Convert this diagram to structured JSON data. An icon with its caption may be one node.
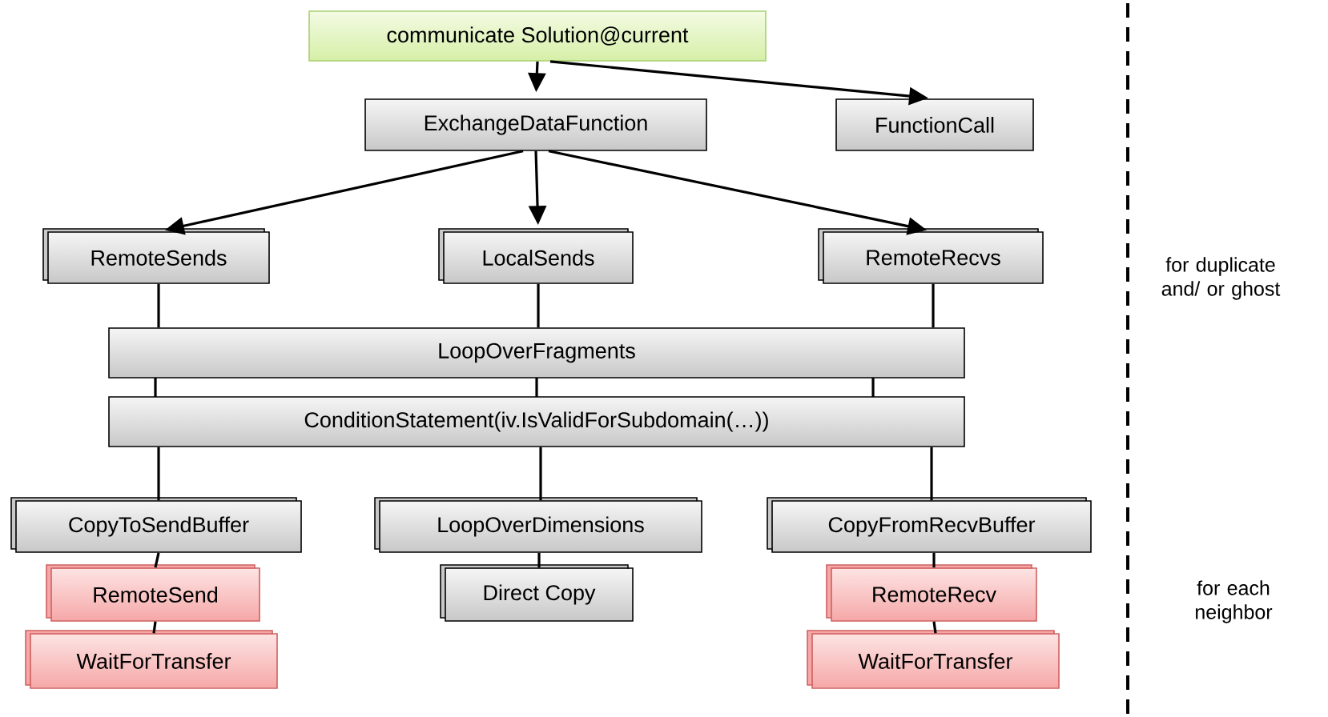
{
  "diagram": {
    "nodes": [
      {
        "text": [
          "communicate Solution@current"
        ]
      },
      {
        "text": [
          "ExchangeDataFunction"
        ]
      },
      {
        "text": [
          "FunctionCall"
        ]
      },
      {
        "text": [
          "RemoteSends"
        ]
      },
      {
        "text": [
          "LocalSends"
        ]
      },
      {
        "text": [
          "RemoteRecvs"
        ]
      },
      {
        "text": [
          "LoopOverFragments"
        ]
      },
      {
        "text": [
          "ConditionStatement(iv.IsValidForSubdomain(…))"
        ]
      },
      {
        "text": [
          "CopyToSendBuffer"
        ]
      },
      {
        "text": [
          "LoopOverDimensions"
        ]
      },
      {
        "text": [
          "CopyFromRecvBuffer"
        ]
      },
      {
        "text": [
          "RemoteSend"
        ]
      },
      {
        "text": [
          "Direct Copy"
        ]
      },
      {
        "text": [
          "RemoteRecv"
        ]
      },
      {
        "text": [
          "WaitForTransfer"
        ]
      },
      {
        "text": [
          "WaitForTransfer"
        ]
      }
    ],
    "edges": [
      {
        "from": 0,
        "to": 1,
        "arrow": "to"
      },
      {
        "from": 0,
        "to": 2,
        "arrow": "to"
      },
      {
        "from": 1,
        "to": 3,
        "arrow": "to"
      },
      {
        "from": 1,
        "to": 4,
        "arrow": "to"
      },
      {
        "from": 1,
        "to": 5,
        "arrow": "to"
      },
      {
        "from": 3,
        "to": 6,
        "arrow": "none"
      },
      {
        "from": 4,
        "to": 6,
        "arrow": "none"
      },
      {
        "from": 5,
        "to": 6,
        "arrow": "none"
      },
      {
        "from": 6,
        "to": 7,
        "arrow": "none"
      },
      {
        "from": 6,
        "to": 7,
        "arrow": "none"
      },
      {
        "from": 6,
        "to": 7,
        "arrow": "none"
      },
      {
        "from": 7,
        "to": 8,
        "arrow": "none"
      },
      {
        "from": 7,
        "to": 9,
        "arrow": "none"
      },
      {
        "from": 7,
        "to": 10,
        "arrow": "none"
      },
      {
        "from": 8,
        "to": 11,
        "arrow": "none"
      },
      {
        "from": 11,
        "to": 14,
        "arrow": "none"
      },
      {
        "from": 9,
        "to": 12,
        "arrow": "none"
      },
      {
        "from": 10,
        "to": 13,
        "arrow": "none"
      },
      {
        "from": 13,
        "to": 15,
        "arrow": "none"
      }
    ],
    "labels": [
      "for duplicate and/ or ghost",
      "for each neighbor"
    ]
  }
}
